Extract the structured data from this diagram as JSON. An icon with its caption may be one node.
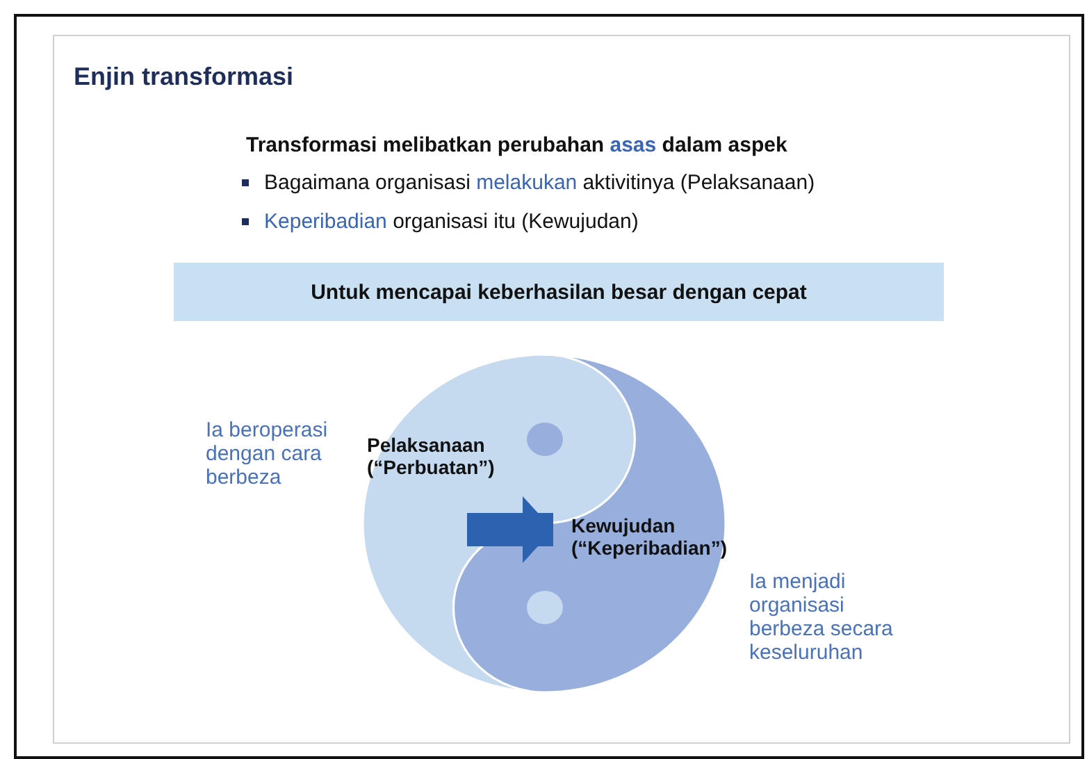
{
  "diagram": {
    "title": "Enjin transformasi",
    "nodes": [
      {
        "text": [
          "Untuk mencapai keberhasilan besar dengan cepat"
        ]
      },
      {
        "text": [
          "Pelaksanaan (“Perbuatan”)"
        ],
        "beside": [
          "Ia beroperasi dengan cara berbeza"
        ]
      },
      {
        "text": [
          "Kewujudan (“Keperibadian”)"
        ],
        "beside": [
          "Ia menjadi organisasi berbeza secara keseluruhan"
        ]
      }
    ],
    "edges": [
      {
        "from": 1,
        "to": 2,
        "arrow": "to"
      }
    ],
    "labels": [
      "Transformasi melibatkan perubahan **asas** dalam aspek",
      "Bagaimana organisasi *melakukan* aktivitinya (Pelaksanaan)",
      "*Keperibadian* organisasi itu (Kewujudan)"
    ]
  }
}
